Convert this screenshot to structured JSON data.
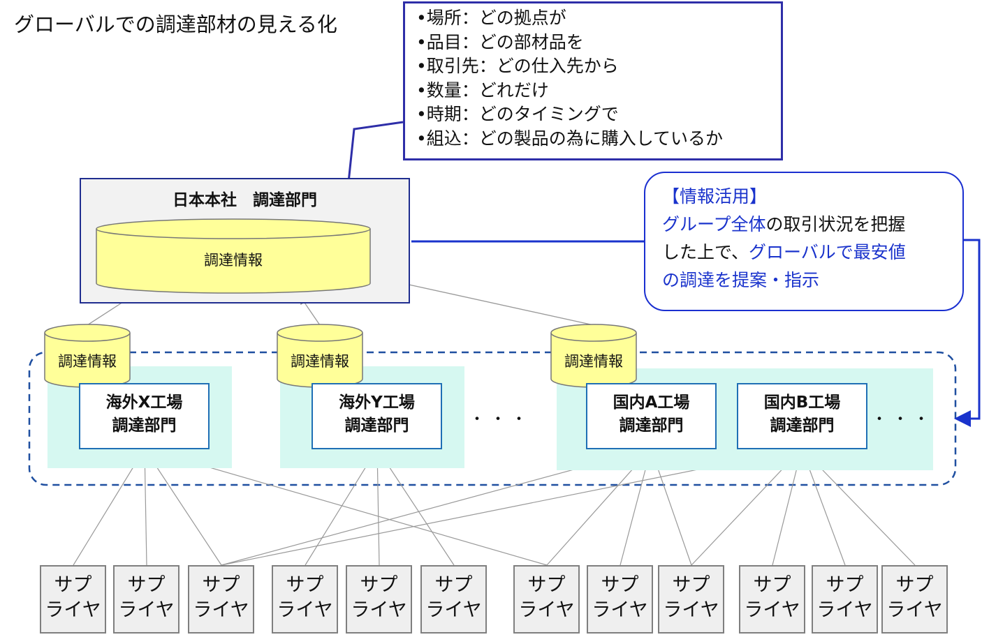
{
  "title": "グローバルでの調達部材の見える化",
  "callout_items": [
    "•場所：どの拠点が",
    "•品目：どの部材品を",
    "•取引先：どの仕入先から",
    "•数量：どれだけ",
    "•時期：どのタイミングで",
    "•組込：どの製品の為に購入しているか"
  ],
  "hq": {
    "title": "日本本社　調達部門",
    "db_label": "調達情報"
  },
  "info_box": {
    "l1": "【情報活用】",
    "l2_blue": "グループ全体",
    "l2_black": "の取引状況を把握",
    "l3_black": "した上で、",
    "l3_blue": "グローバルで最安値",
    "l4_blue": "の調達を提案・指示"
  },
  "site_db_label": "調達情報",
  "factories": [
    {
      "line1": "海外X工場",
      "line2": "調達部門"
    },
    {
      "line1": "海外Y工場",
      "line2": "調達部門"
    },
    {
      "line1": "国内A工場",
      "line2": "調達部門"
    },
    {
      "line1": "国内B工場",
      "line2": "調達部門"
    }
  ],
  "ellipsis": "・・・",
  "supplier": {
    "line1": "サプ",
    "line2": "ライヤ"
  },
  "colors": {
    "callout_border": "#2e2ea8",
    "info_border": "#1a2fd0",
    "db_fill": "#ffff99",
    "factory_bg": "#d6f8f1",
    "group_border": "#1f4fa0"
  }
}
